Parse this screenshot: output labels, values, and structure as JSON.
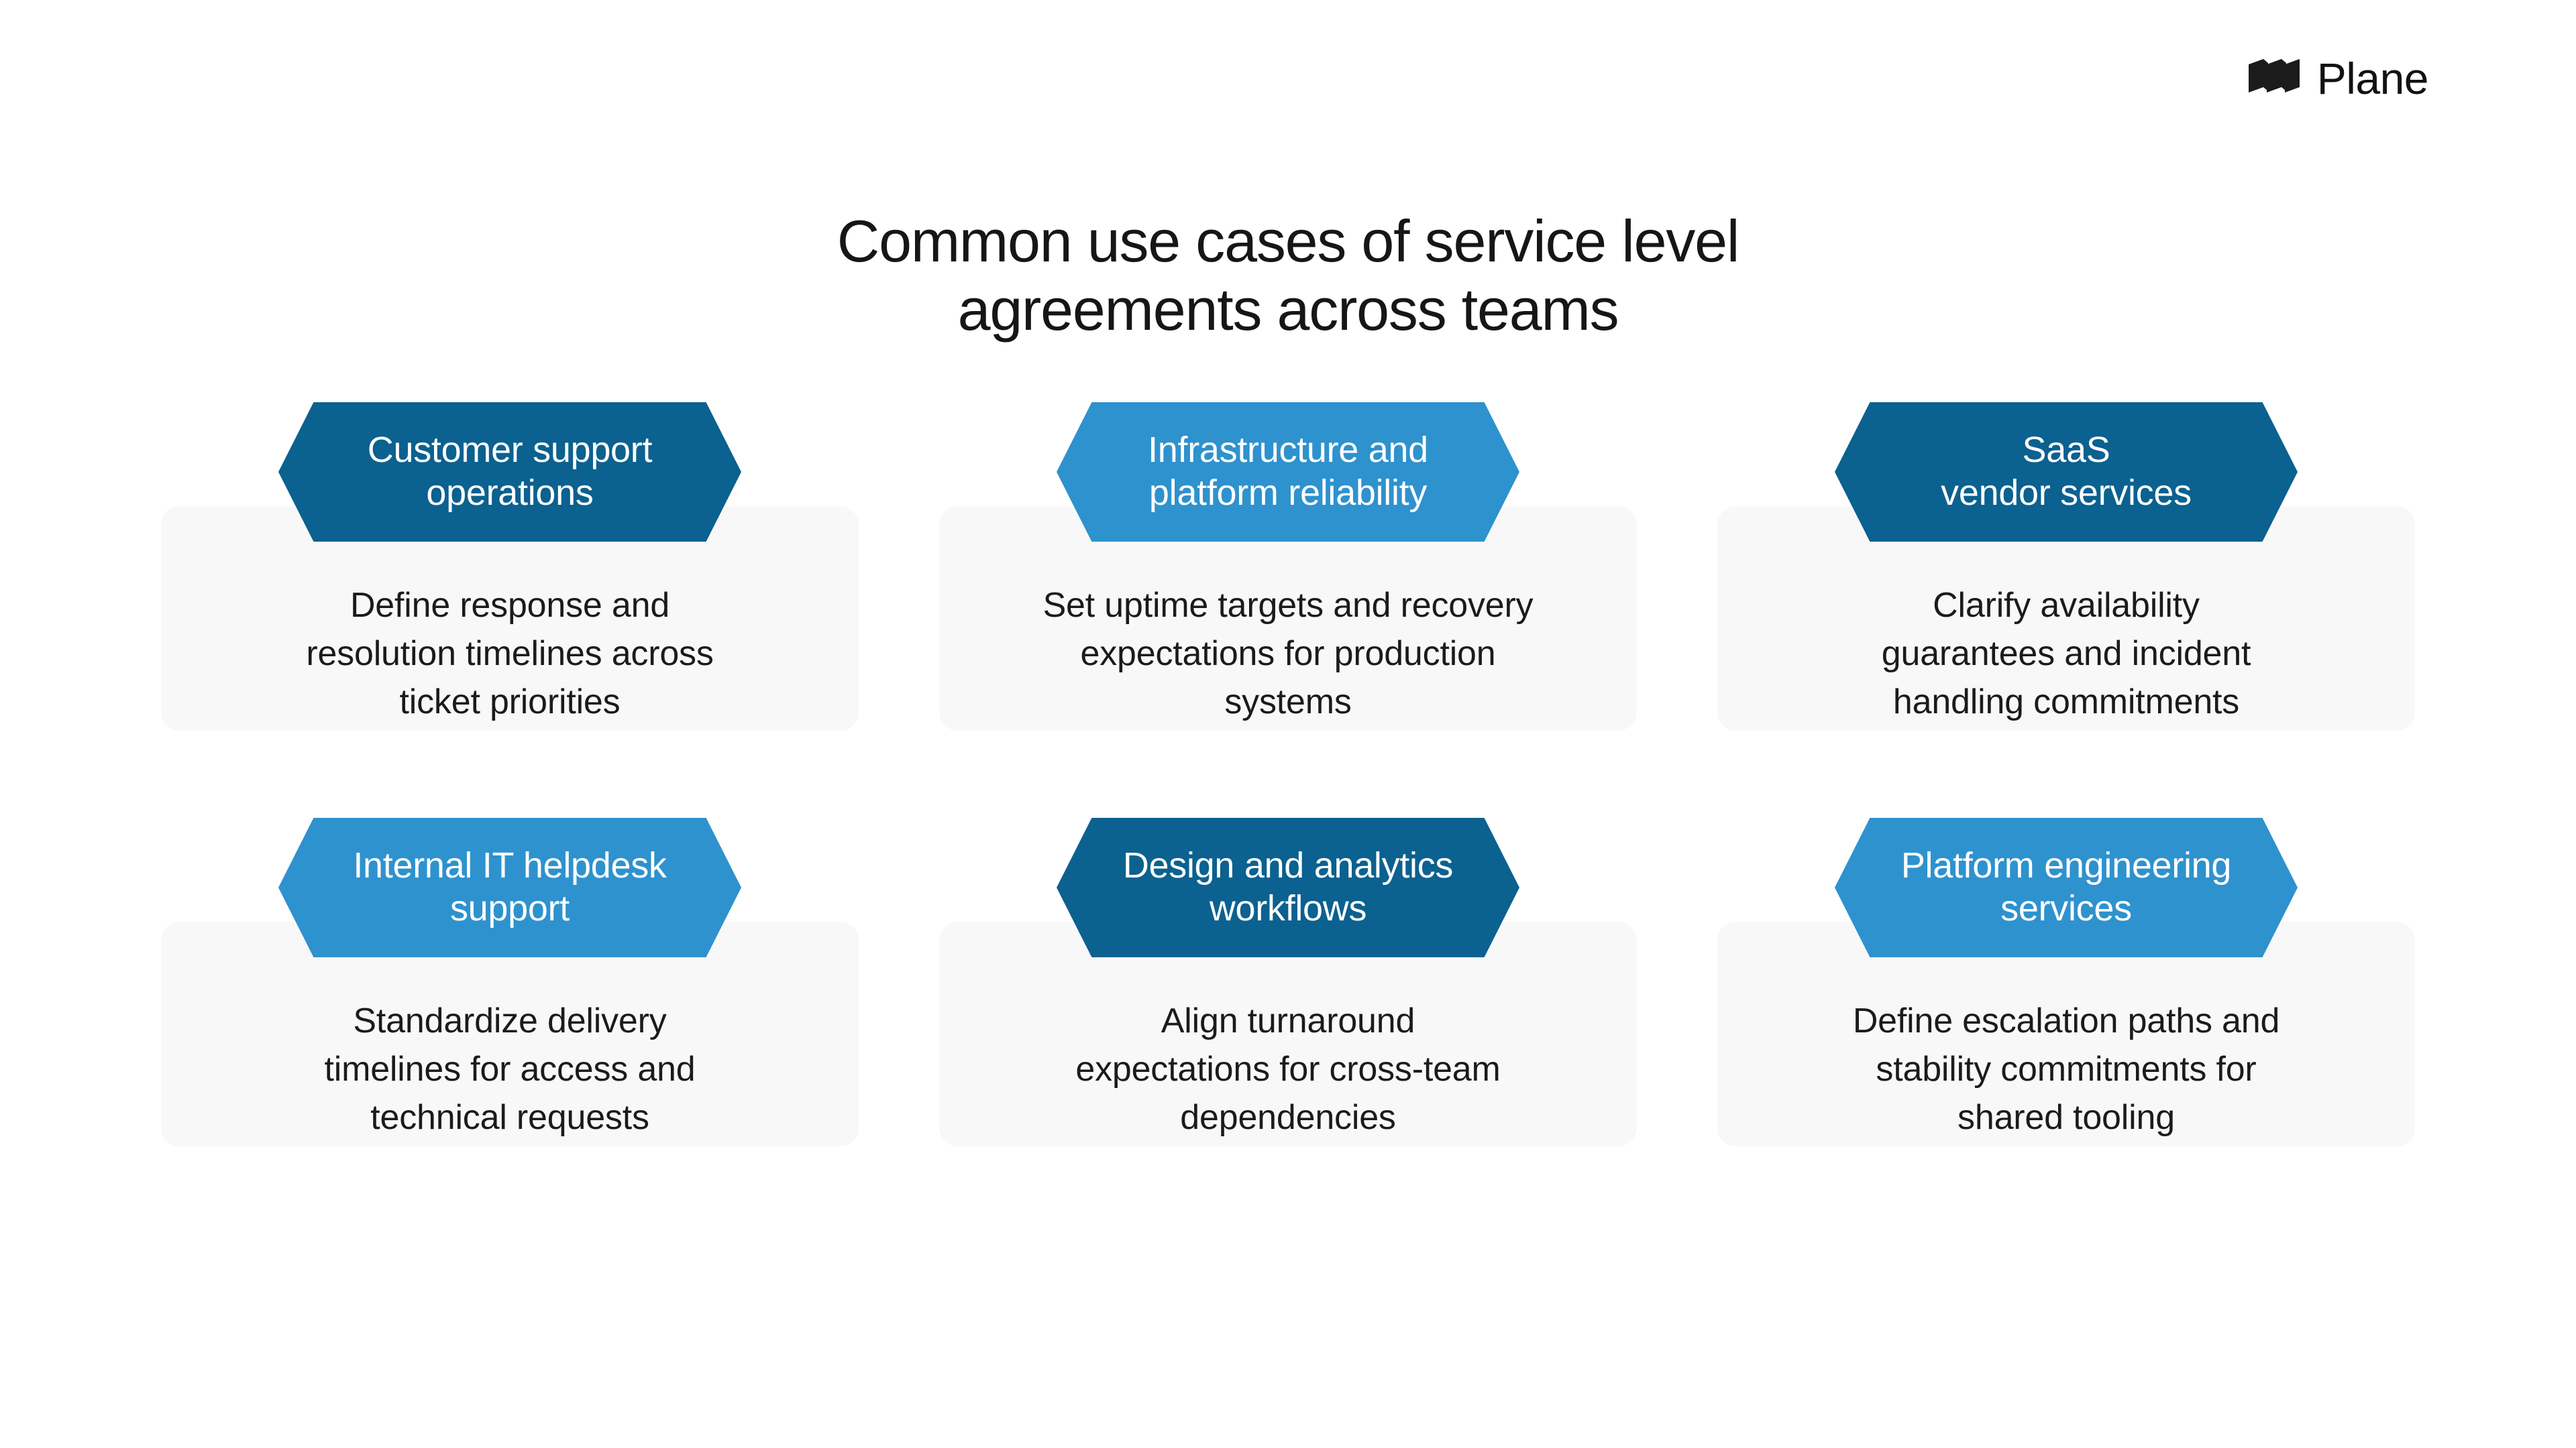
{
  "brand": {
    "name": "Plane",
    "logo_icon": "plane-logo-icon",
    "color": "#121212"
  },
  "title": {
    "line1": "Common use cases of service level",
    "line2": "agreements across teams",
    "full": "Common use cases of service level agreements across teams"
  },
  "colors": {
    "background": "#FFFFFF",
    "panel": "#F8F8F8",
    "badge_dark": "#0B618F",
    "badge_light": "#2E92CE",
    "badge_text": "#FFFFFF",
    "body_text": "#1B1B1B",
    "title_text": "#161616"
  },
  "cards": [
    {
      "id": "customer-support-operations",
      "badge_color": "#0B618F",
      "badge_variant": "dark",
      "badge_line1": "Customer support",
      "badge_line2": "operations",
      "badge_full": "Customer support operations",
      "body_line1": "Define response and",
      "body_line2": "resolution timelines across",
      "body_line3": "ticket priorities",
      "body_full": "Define response and resolution timelines across ticket priorities"
    },
    {
      "id": "infrastructure-and-platform-reliability",
      "badge_color": "#2E92CE",
      "badge_variant": "light",
      "badge_line1": "Infrastructure and",
      "badge_line2": "platform reliability",
      "badge_full": "Infrastructure and platform reliability",
      "body_line1": "Set uptime targets and recovery",
      "body_line2": "expectations for production",
      "body_line3": "systems",
      "body_full": "Set uptime targets and recovery expectations for production systems"
    },
    {
      "id": "saas-vendor-services",
      "badge_color": "#0B618F",
      "badge_variant": "dark",
      "badge_line1": "SaaS",
      "badge_line2": "vendor services",
      "badge_full": "SaaS vendor services",
      "body_line1": "Clarify availability",
      "body_line2": "guarantees and incident",
      "body_line3": "handling commitments",
      "body_full": "Clarify availability guarantees and incident handling commitments"
    },
    {
      "id": "internal-it-helpdesk-support",
      "badge_color": "#2E92CE",
      "badge_variant": "light",
      "badge_line1": "Internal IT helpdesk",
      "badge_line2": "support",
      "badge_full": "Internal IT helpdesk support",
      "body_line1": "Standardize delivery",
      "body_line2": "timelines for access and",
      "body_line3": "technical requests",
      "body_full": "Standardize delivery timelines for access and technical requests"
    },
    {
      "id": "design-and-analytics-workflows",
      "badge_color": "#0B618F",
      "badge_variant": "dark",
      "badge_line1": "Design and analytics",
      "badge_line2": "workflows",
      "badge_full": "Design and analytics workflows",
      "body_line1": "Align turnaround",
      "body_line2": "expectations for cross-team",
      "body_line3": "dependencies",
      "body_full": "Align turnaround expectations for cross-team dependencies"
    },
    {
      "id": "platform-engineering-services",
      "badge_color": "#2E92CE",
      "badge_variant": "light",
      "badge_line1": "Platform engineering",
      "badge_line2": "services",
      "badge_full": "Platform engineering services",
      "body_line1": "Define escalation paths and",
      "body_line2": "stability commitments for",
      "body_line3": "shared tooling",
      "body_full": "Define escalation paths and stability commitments for shared tooling"
    }
  ]
}
